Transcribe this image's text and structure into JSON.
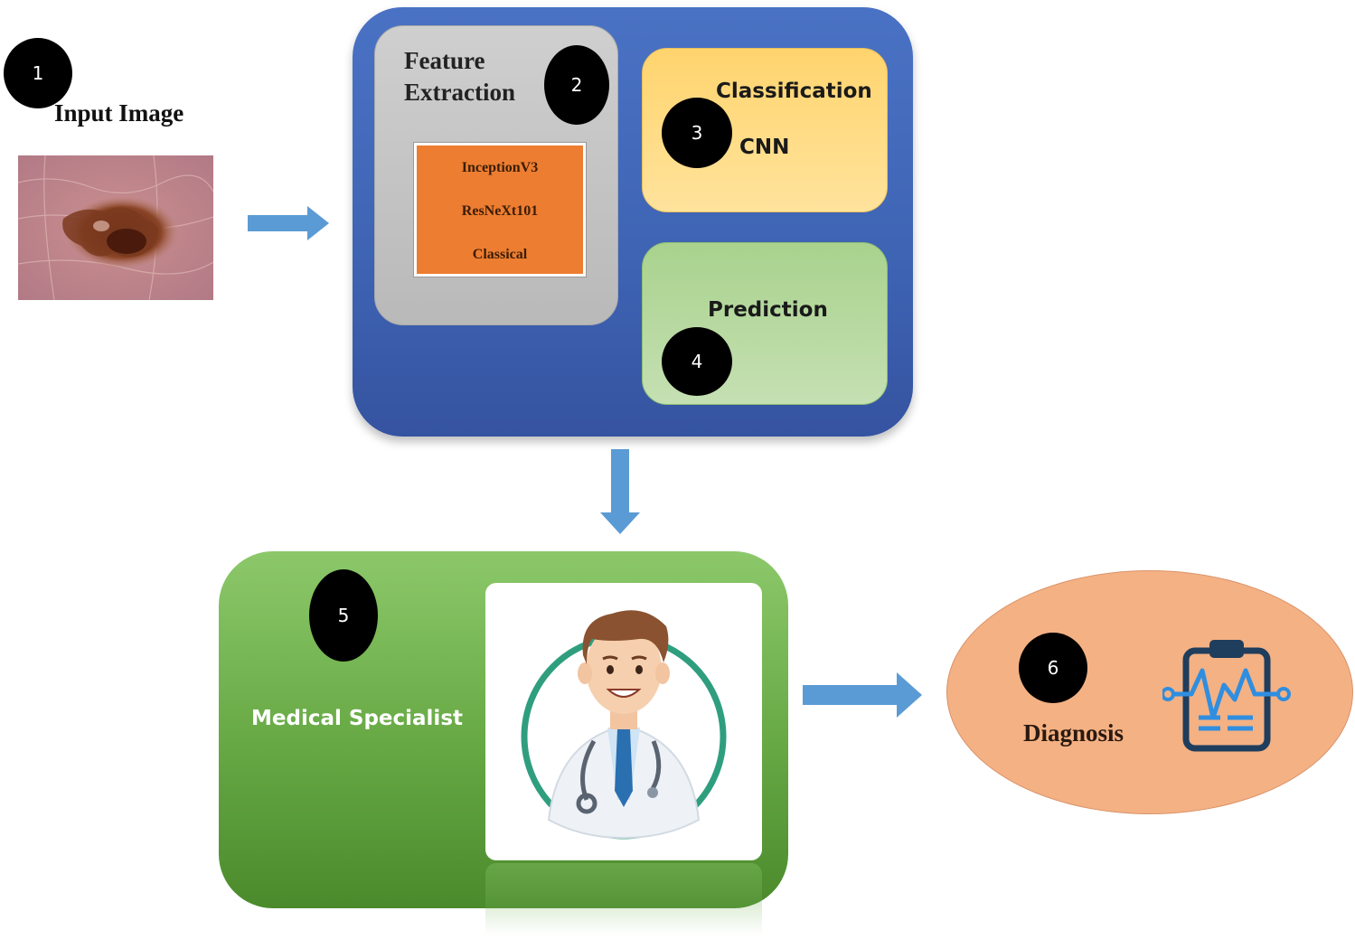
{
  "steps": {
    "input": {
      "number": "1",
      "label": "Input Image"
    },
    "feature_extraction": {
      "number": "2",
      "title_line1": "Feature",
      "title_line2": "Extraction",
      "models": [
        "InceptionV3",
        "ResNeXt101",
        "Classical"
      ]
    },
    "classification": {
      "number": "3",
      "title": "Classification",
      "method": "CNN"
    },
    "prediction": {
      "number": "4",
      "title": "Prediction"
    },
    "specialist": {
      "number": "5",
      "label": "Medical Specialist"
    },
    "diagnosis": {
      "number": "6",
      "label": "Diagnosis"
    }
  },
  "colors": {
    "main_panel": "#4470c4",
    "feature_box": "#c8c8c8",
    "model_list": "#ed7d31",
    "classification_box": "#ffd97f",
    "prediction_box": "#b6d99c",
    "specialist_panel": "#70ad47",
    "diagnosis_oval": "#f4b183",
    "arrow": "#5b9bd5",
    "badge": "#000000"
  },
  "icons": [
    "skin-lesion-image",
    "arrow-right-icon",
    "arrow-down-icon",
    "doctor-icon",
    "clipboard-heartbeat-icon"
  ]
}
